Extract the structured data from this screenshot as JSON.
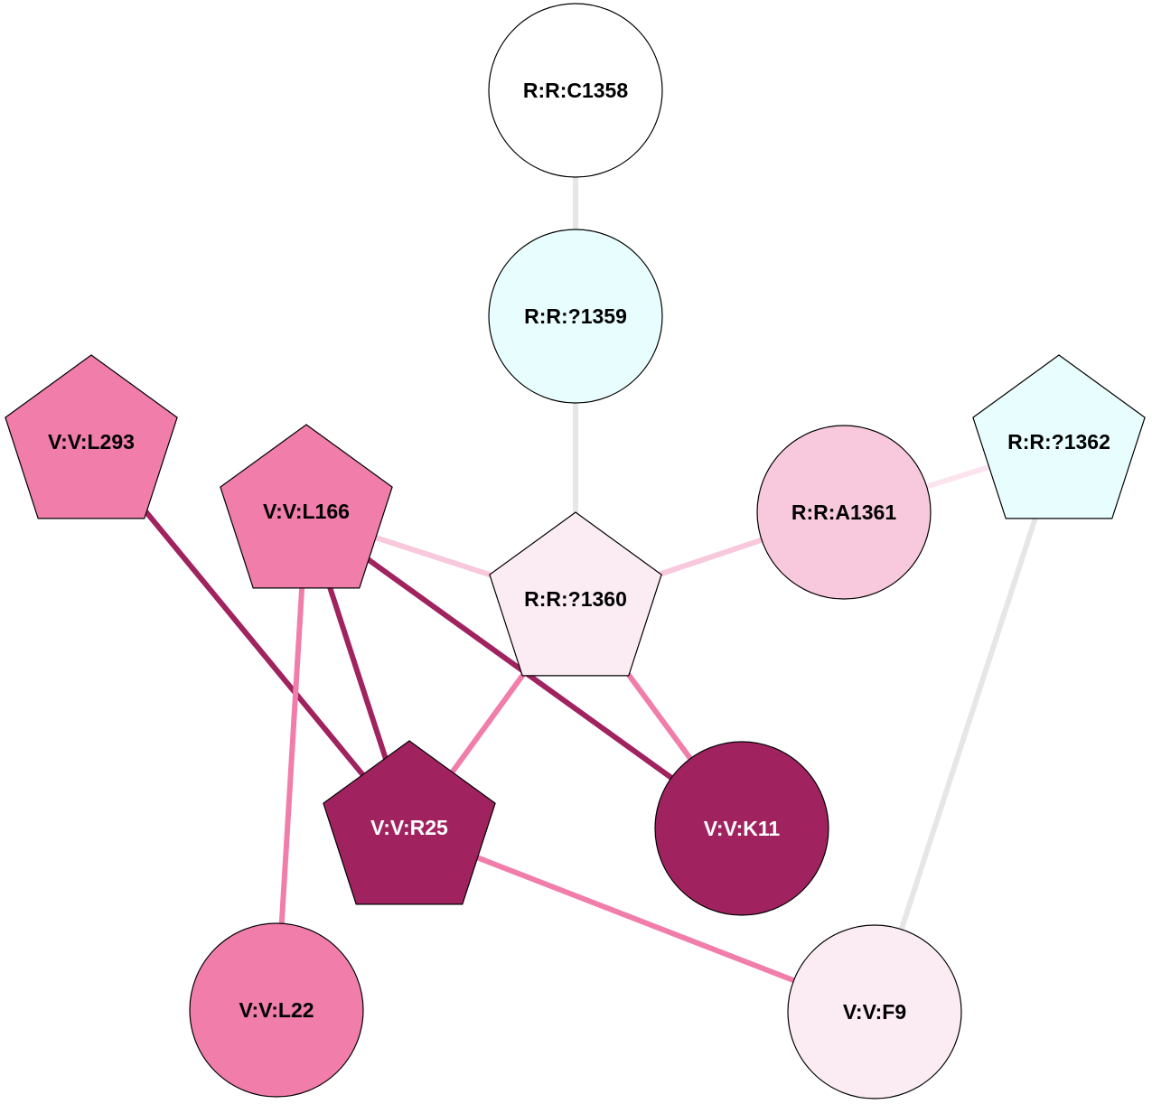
{
  "graph": {
    "title": "Residue interaction network",
    "nodes": [
      {
        "id": "R:R:C1358",
        "label": "R:R:C1358",
        "shape": "circle",
        "fill": "#ffffff",
        "text_color": "#000000"
      },
      {
        "id": "R:R:?1359",
        "label": "R:R:?1359",
        "shape": "circle",
        "fill": "#e8fefe",
        "text_color": "#000000"
      },
      {
        "id": "V:V:L293",
        "label": "V:V:L293",
        "shape": "pentagon",
        "fill": "#f07daa",
        "text_color": "#000000"
      },
      {
        "id": "V:V:L166",
        "label": "V:V:L166",
        "shape": "pentagon",
        "fill": "#f07daa",
        "text_color": "#000000"
      },
      {
        "id": "R:R:?1360",
        "label": "R:R:?1360",
        "shape": "pentagon",
        "fill": "#fbebf3",
        "text_color": "#000000"
      },
      {
        "id": "R:R:A1361",
        "label": "R:R:A1361",
        "shape": "circle",
        "fill": "#f8c8dc",
        "text_color": "#000000"
      },
      {
        "id": "R:R:?1362",
        "label": "R:R:?1362",
        "shape": "pentagon",
        "fill": "#e8fefe",
        "text_color": "#000000"
      },
      {
        "id": "V:V:R25",
        "label": "V:V:R25",
        "shape": "pentagon",
        "fill": "#a0235f",
        "text_color": "#ffffff"
      },
      {
        "id": "V:V:K11",
        "label": "V:V:K11",
        "shape": "circle",
        "fill": "#a0235f",
        "text_color": "#ffffff"
      },
      {
        "id": "V:V:L22",
        "label": "V:V:L22",
        "shape": "circle",
        "fill": "#f07daa",
        "text_color": "#000000"
      },
      {
        "id": "V:V:F9",
        "label": "V:V:F9",
        "shape": "circle",
        "fill": "#fbebf3",
        "text_color": "#000000"
      }
    ],
    "edges": [
      {
        "source": "R:R:C1358",
        "target": "R:R:?1359",
        "color": "#e6e6e6"
      },
      {
        "source": "R:R:?1359",
        "target": "R:R:?1360",
        "color": "#e6e6e6"
      },
      {
        "source": "V:V:L166",
        "target": "R:R:?1360",
        "color": "#f8c8dc"
      },
      {
        "source": "R:R:?1360",
        "target": "R:R:A1361",
        "color": "#f8c8dc"
      },
      {
        "source": "R:R:A1361",
        "target": "R:R:?1362",
        "color": "#fbe4ee"
      },
      {
        "source": "R:R:?1362",
        "target": "V:V:F9",
        "color": "#e6e6e6"
      },
      {
        "source": "V:V:L293",
        "target": "V:V:R25",
        "color": "#a0235f"
      },
      {
        "source": "V:V:L166",
        "target": "V:V:R25",
        "color": "#a0235f"
      },
      {
        "source": "V:V:L166",
        "target": "V:V:K11",
        "color": "#a0235f"
      },
      {
        "source": "V:V:L166",
        "target": "V:V:L22",
        "color": "#f07daa"
      },
      {
        "source": "R:R:?1360",
        "target": "V:V:R25",
        "color": "#f07daa"
      },
      {
        "source": "R:R:?1360",
        "target": "V:V:K11",
        "color": "#f07daa"
      },
      {
        "source": "V:V:R25",
        "target": "V:V:F9",
        "color": "#f07daa"
      }
    ]
  }
}
